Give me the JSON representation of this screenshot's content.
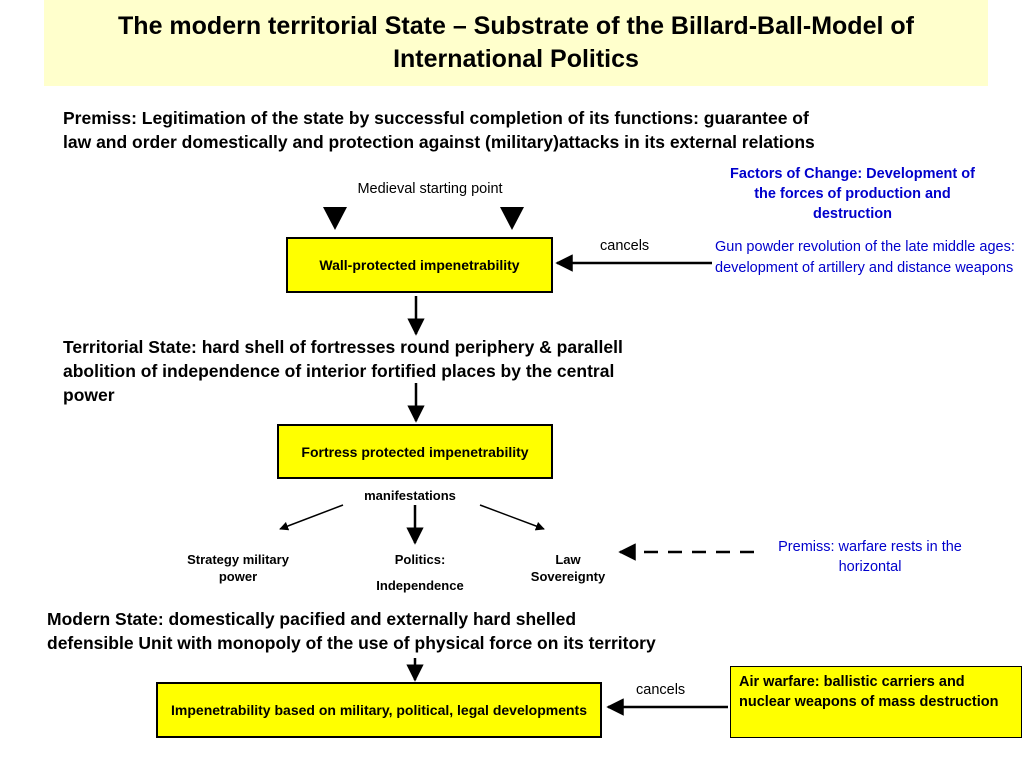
{
  "title": "The modern territorial State – Substrate of the Billard-Ball-Model of International Politics",
  "premiss": "Premiss: Legitimation of the state by successful completion of its functions: guarantee of law and order domestically and protection against (military)attacks in its external relations",
  "medieval_start": "Medieval starting point",
  "factors_of_change": "Factors of Change: Development of the forces of production and destruction",
  "wall_box": "Wall-protected impenetrability",
  "cancels_1": "cancels",
  "gunpowder": "Gun powder revolution of the late middle ages: development of artillery and distance weapons",
  "territorial_state": "Territorial State: hard shell of fortresses round periphery & parallell abolition of independence of interior fortified places by the central power",
  "fortress_box": "Fortress protected impenetrability",
  "manifestations": "manifestations",
  "strategy": "Strategy military power",
  "politics_label": "Politics:",
  "politics_value": "Independence",
  "law": "Law Sovereignty",
  "premiss_warfare": "Premiss: warfare rests in the horizontal",
  "modern_state": "Modern State: domestically pacified and externally hard shelled defensible Unit with monopoly of the use of physical force on its territory",
  "impenetrability_box": "Impenetrability based on military, political, legal developments",
  "cancels_2": "cancels",
  "air_warfare": "Air warfare: ballistic carriers and nuclear weapons of mass destruction",
  "colors": {
    "title_bg": "#ffffcc",
    "box_fill": "#ffff00",
    "blue_text": "#0000cc"
  }
}
